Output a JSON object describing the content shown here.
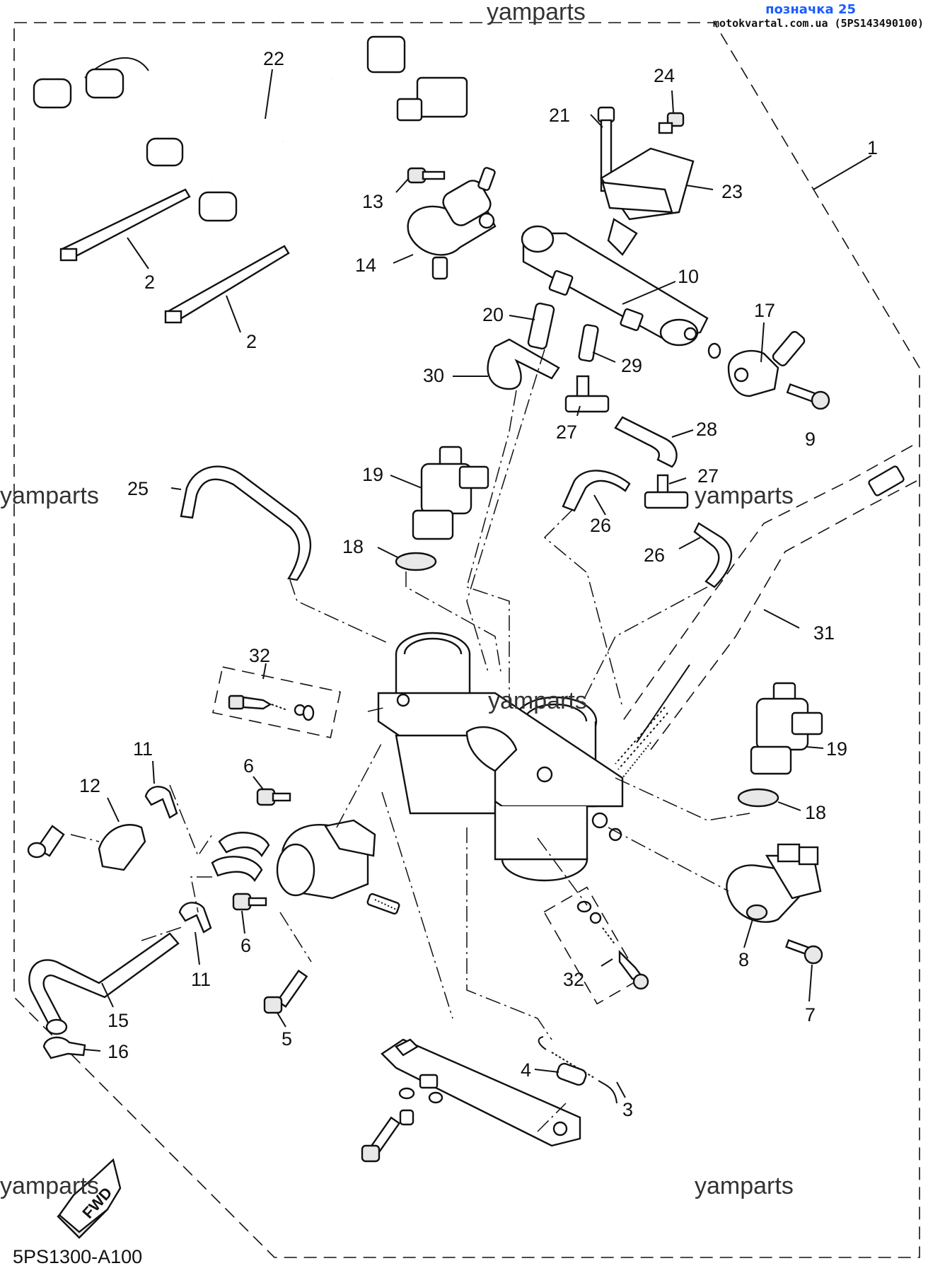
{
  "header": {
    "title": "позначка 25",
    "source": "motokvartal.com.ua (5PS143490100)"
  },
  "watermarks": [
    "yamparts",
    "yamparts",
    "yamparts",
    "yamparts",
    "yamparts",
    "yamparts",
    "yamparts"
  ],
  "diagram_code": "5PS1300-A100",
  "fwd_label": "FWD",
  "part_numbers": [
    "1",
    "2",
    "2",
    "3",
    "4",
    "5",
    "6",
    "6",
    "7",
    "8",
    "9",
    "10",
    "11",
    "11",
    "12",
    "13",
    "14",
    "15",
    "16",
    "17",
    "18",
    "18",
    "19",
    "19",
    "20",
    "21",
    "22",
    "23",
    "24",
    "25",
    "26",
    "26",
    "27",
    "27",
    "28",
    "29",
    "30",
    "31",
    "32",
    "32"
  ]
}
